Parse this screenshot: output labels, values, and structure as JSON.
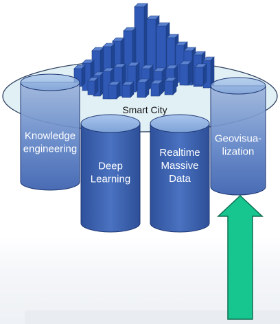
{
  "diagram": {
    "platform_label": "Smart City",
    "pillars": [
      {
        "id": "knowledge",
        "lines": [
          "Knowledge",
          "engineering"
        ]
      },
      {
        "id": "deep",
        "lines": [
          "Deep",
          "Learning"
        ]
      },
      {
        "id": "realtime",
        "lines": [
          "Realtime",
          "Massive",
          "Data"
        ]
      },
      {
        "id": "geo",
        "lines": [
          "Geovisua-",
          "lization"
        ]
      }
    ],
    "colors": {
      "pillar_body": "#3f66b2",
      "pillar_top": "#8fb3e2",
      "platform_fill": "#d8ecf2",
      "building": "#2f59b5",
      "arrow": "#17c58f",
      "arrow_stroke": "#0d6f51"
    },
    "arrow_icon": "up-arrow-icon"
  }
}
